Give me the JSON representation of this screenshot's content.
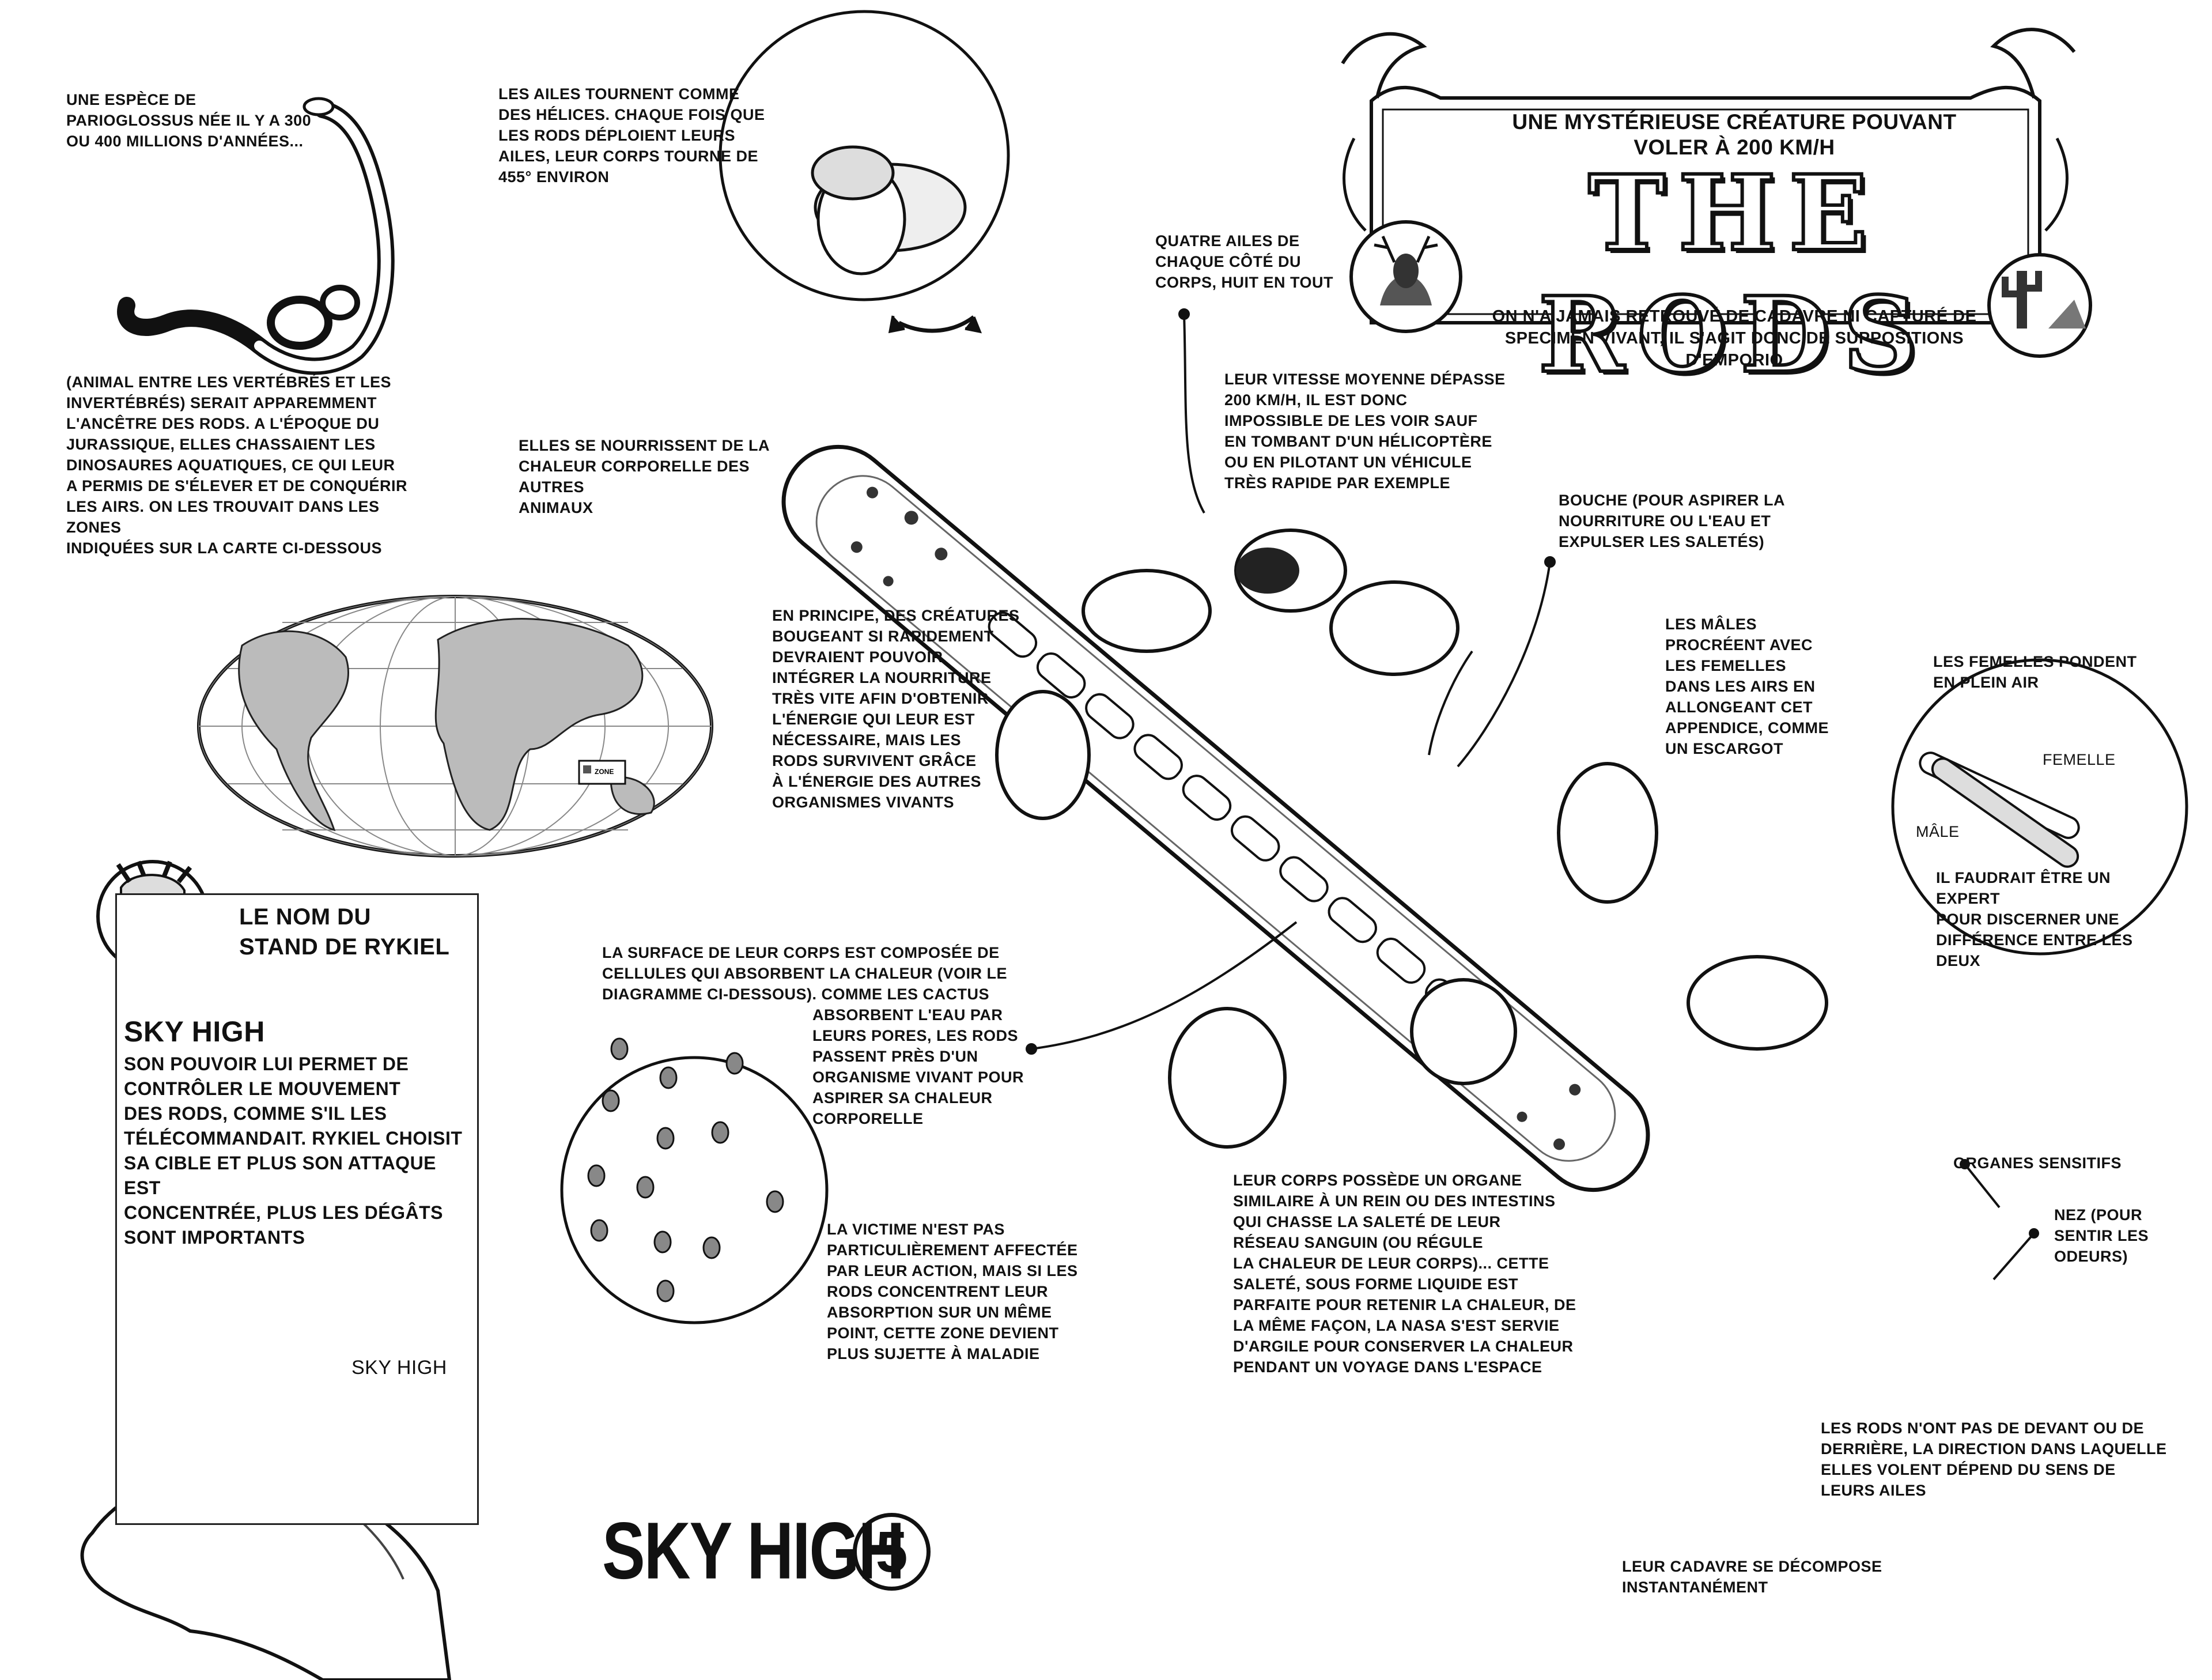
{
  "banner": {
    "subtitle": "UNE MYSTÉRIEUSE CRÉATURE POUVANT\nVOLER À 200 KM/H",
    "title": "THE RODS",
    "note": "ON N'A JAMAIS RETROUVÉ DE CADAVRE NI CAPTURÉ DE\nSPECIMEN VIVANT, IL S'AGIT DONC DE SUPPOSITIONS D'EMPORIO"
  },
  "notes": {
    "origin_species": "UNE ESPÈCE DE\nPARIOGLOSSUS NÉE IL Y A 300\nOU 400 MILLIONS D'ANNÉES...",
    "origin_detail": "(ANIMAL ENTRE LES VERTÉBRÉS ET LES\nINVERTÉBRÉS) SERAIT APPAREMMENT\nL'ANCÊTRE DES RODS. A L'ÉPOQUE DU\nJURASSIQUE, ELLES CHASSAIENT LES\nDINOSAURES AQUATIQUES, CE QUI LEUR\nA PERMIS DE S'ÉLEVER ET DE CONQUÉRIR\nLES AIRS. ON LES TROUVAIT DANS LES ZONES\nINDIQUÉES SUR LA CARTE CI-DESSOUS",
    "wings_rotate": "LES AILES TOURNENT COMME\nDES HÉLICES. CHAQUE FOIS QUE\nLES RODS DÉPLOIENT LEURS\nAILES, LEUR CORPS TOURNE DE\n455° ENVIRON",
    "four_wings": "QUATRE AILES DE\nCHAQUE CÔTÉ DU\nCORPS, HUIT EN TOUT",
    "speed": "LEUR VITESSE MOYENNE DÉPASSE\n200 KM/H, IL EST DONC\nIMPOSSIBLE DE LES VOIR SAUF\nEN TOMBANT D'UN HÉLICOPTÈRE\nOU EN PILOTANT UN VÉHICULE\nTRÈS RAPIDE PAR EXEMPLE",
    "feed_heat": "ELLES SE NOURRISSENT DE LA\nCHALEUR CORPORELLE DES AUTRES\nANIMAUX",
    "mouth": "BOUCHE (POUR ASPIRER LA\nNOURRITURE OU L'EAU ET\nEXPULSER LES SALETÉS)",
    "principle": "EN PRINCIPE, DES CRÉATURES\nBOUGEANT SI RAPIDEMENT\nDEVRAIENT POUVOIR\nINTÉGRER LA NOURRITURE\nTRÈS VITE AFIN D'OBTENIR\nL'ÉNERGIE QUI LEUR EST\nNÉCESSAIRE, MAIS LES\nRODS SURVIVENT GRÂCE\nÀ L'ÉNERGIE DES AUTRES\nORGANISMES VIVANTS",
    "males": "LES MÂLES\nPROCRÉENT AVEC\nLES FEMELLES\nDANS LES AIRS EN\nALLONGEANT CET\nAPPENDICE, COMME\nUN ESCARGOT",
    "females_lay": "LES FEMELLES PONDENT\nEN PLEIN AIR",
    "label_female": "FEMELLE",
    "label_male": "MÂLE",
    "expert": "IL FAUDRAIT ÊTRE UN EXPERT\nPOUR DISCERNER UNE\nDIFFÉRENCE ENTRE LES DEUX",
    "surface_a": "LA SURFACE DE LEUR CORPS EST COMPOSÉE DE\nCELLULES QUI ABSORBENT LA CHALEUR (VOIR LE\nDIAGRAMME CI-DESSOUS). COMME LES CACTUS",
    "surface_b": "ABSORBENT L'EAU PAR\nLEURS PORES, LES RODS\nPASSENT PRÈS D'UN\nORGANISME VIVANT POUR\nASPIRER SA CHALEUR\nCORPORELLE",
    "victim": "LA VICTIME N'EST PAS\nPARTICULIÈREMENT AFFECTÉE\nPAR LEUR ACTION, MAIS SI LES\nRODS CONCENTRENT LEUR\nABSORPTION SUR UN MÊME\nPOINT, CETTE ZONE DEVIENT\nPLUS SUJETTE À MALADIE",
    "organ": "LEUR CORPS POSSÈDE UN ORGANE\nSIMILAIRE À UN REIN OU DES INTESTINS\nQUI CHASSE LA SALETÉ DE LEUR\nRÉSEAU SANGUIN (OU RÉGULE\nLA CHALEUR DE LEUR CORPS)... CETTE\nSALETÉ, SOUS FORME LIQUIDE EST\nPARFAITE POUR RETENIR LA CHALEUR, DE\nLA MÊME FAÇON, LA NASA S'EST SERVIE\nD'ARGILE POUR CONSERVER LA CHALEUR\nPENDANT UN VOYAGE DANS L'ESPACE",
    "sensory": "ORGANES SENSITIFS",
    "nose": "NEZ (POUR\nSENTIR LES\nODEURS)",
    "no_front": "LES RODS N'ONT PAS DE DEVANT OU DE\nDERRIÈRE, LA DIRECTION DANS LAQUELLE\nELLES VOLENT DÉPEND DU SENS DE\nLEURS AILES",
    "decompose": "LEUR CADAVRE SE DÉCOMPOSE\nINSTANTANÉMENT"
  },
  "stand_box": {
    "header": "LE NOM DU\nSTAND DE RYKIEL",
    "name": "SKY HIGH",
    "description": "SON POUVOIR LUI PERMET DE\nCONTRÔLER LE MOUVEMENT\nDES RODS, COMME S'IL LES\nTÉLÉCOMMANDAIT. RYKIEL CHOISIT\nSA CIBLE ET PLUS SON ATTAQUE EST\nCONCENTRÉE, PLUS LES DÉGÂTS\nSONT IMPORTANTS",
    "stand_label": "SKY HIGH"
  },
  "chapter": {
    "title": "SKY HIGH",
    "number": "5"
  },
  "map_legend": "ZONE"
}
